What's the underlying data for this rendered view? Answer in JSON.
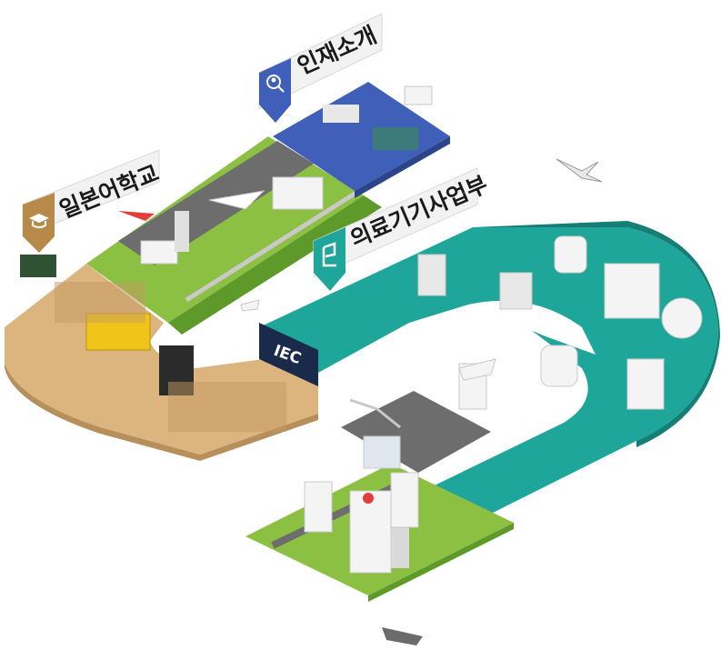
{
  "labels": {
    "japanese_school": "일본어학교",
    "talent_intro": "인재소개",
    "medical_business": "의료기기사업부"
  },
  "signs": {
    "iec": "IEC"
  },
  "icons": {
    "school": "graduation-cap-icon",
    "talent": "person-search-icon",
    "medical": "medical-device-icon"
  },
  "colors": {
    "school_floor": "#dcb47e",
    "medical_floor": "#1fa69a",
    "talent_floor": "#3f5fb8",
    "airport_floor": "#8cc043",
    "city_floor": "#8cc043",
    "road": "#6d6d6d",
    "label_panel": "#ffffff",
    "school_badge": "#b88a4a",
    "talent_badge": "#3f5fb8",
    "medical_badge": "#1fa69a"
  }
}
